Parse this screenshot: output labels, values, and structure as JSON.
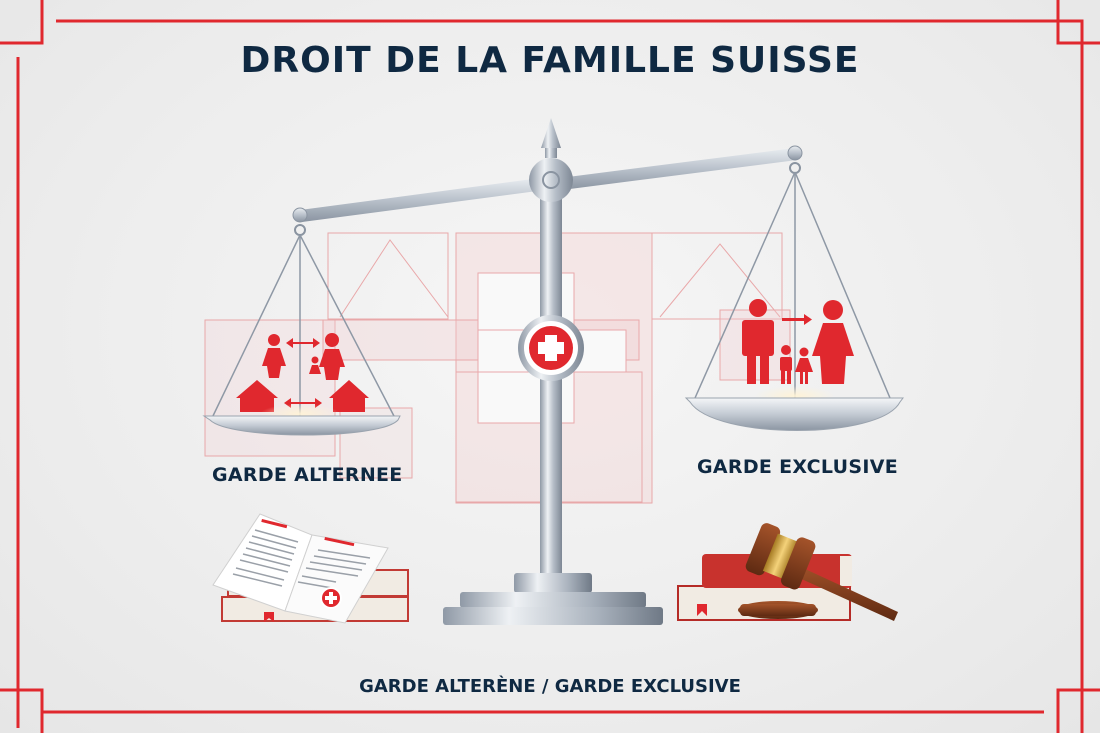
{
  "title": "DROIT DE LA FAMILLE SUISSE",
  "left_pan": {
    "label": "GARDE ALTERNEE",
    "icons": [
      "mother-icon",
      "arrow-both-icon",
      "father-icon",
      "child-icon",
      "house-icon",
      "arrow-both-icon",
      "house-icon"
    ]
  },
  "right_pan": {
    "label": "GARDE EXCLUSIVE",
    "icons": [
      "father-icon",
      "arrow-right-icon",
      "mother-icon",
      "boy-icon",
      "girl-icon"
    ]
  },
  "center_emblem": "swiss-cross-icon",
  "footer": "GARDE ALTERÈNE / GARDE EXCLUSIVE",
  "colors": {
    "accent_red": "#e0282e",
    "navy_text": "#0f2942",
    "steel": "#aab3bf",
    "background": "#eeeeee",
    "wood": "#8a3f1c",
    "gold": "#d9a83a"
  }
}
